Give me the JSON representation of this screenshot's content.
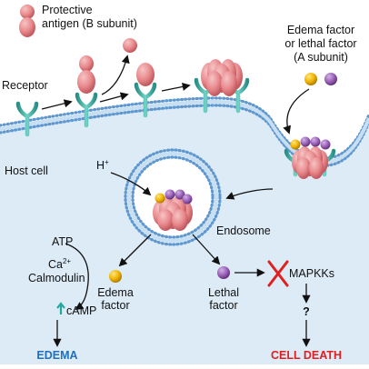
{
  "labels": {
    "protective_line1": "Protective",
    "protective_line2": "antigen (B subunit)",
    "edema_lethal_line1": "Edema factor",
    "edema_lethal_line2": "or lethal factor",
    "edema_lethal_line3": "(A subunit)",
    "receptor": "Receptor",
    "host_cell": "Host cell",
    "h_plus": "H",
    "h_plus_sup": "+",
    "endosome": "Endosome",
    "atp": "ATP",
    "ca": "Ca",
    "ca_sup": "2+",
    "calmodulin": "Calmodulin",
    "camp": "cAMP",
    "edema_factor_line1": "Edema",
    "edema_factor_line2": "factor",
    "lethal_factor_line1": "Lethal",
    "lethal_factor_line2": "factor",
    "mapkks": "MAPKKs",
    "question": "?",
    "edema_outcome": "EDEMA",
    "cell_death_outcome": "CELL DEATH"
  },
  "colors": {
    "cytoplasm": "#dcebf6",
    "membrane_blue": "#5f97cf",
    "lipid_head": "#7fb0df",
    "receptor_teal": "#3fb5a8",
    "antigen_pink": "#e8888c",
    "edema_yellow": "#f0b400",
    "lethal_purple": "#9a60b8",
    "edema_text": "#1f6fc1",
    "death_text": "#e02020",
    "inhibit_x": "#e02020",
    "up_arrow": "#23a6a0"
  }
}
